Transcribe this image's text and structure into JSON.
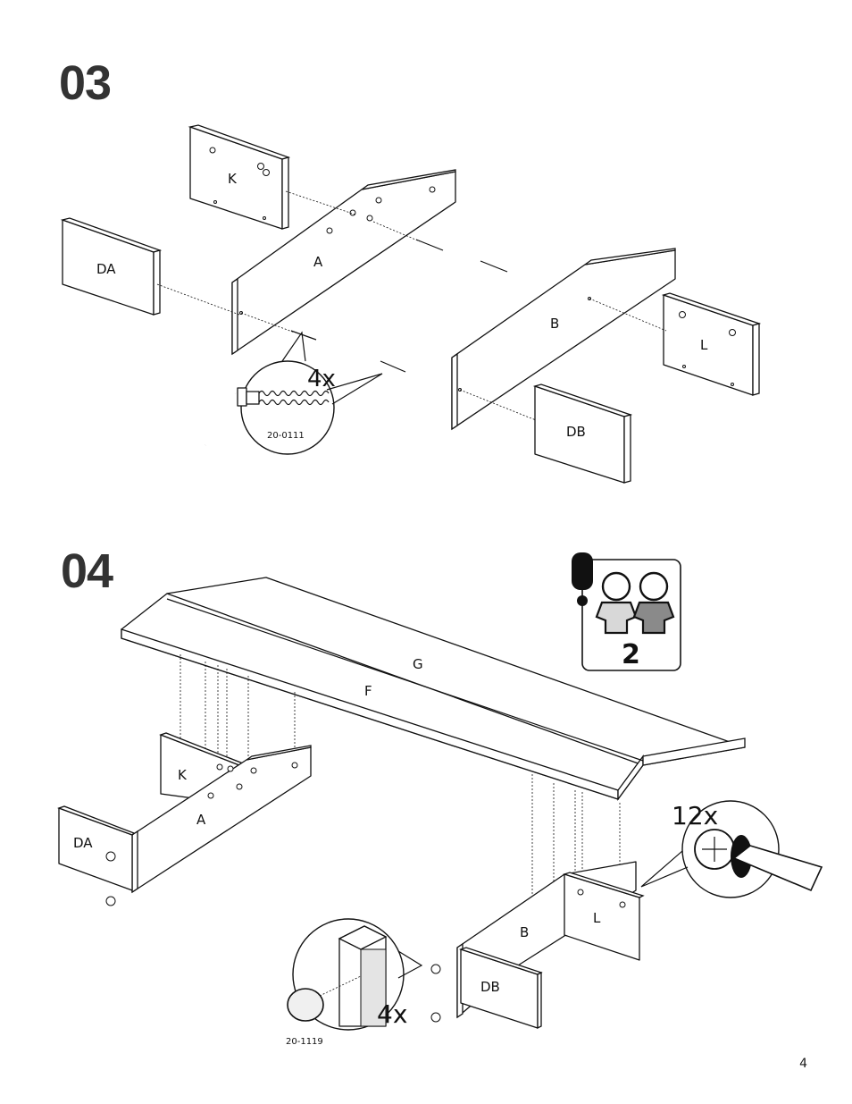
{
  "steps": [
    {
      "number": "03",
      "parts": {
        "k": "K",
        "a": "A",
        "da": "DA",
        "b": "B",
        "l": "L",
        "db": "DB"
      },
      "callout": {
        "quantity": "4x",
        "part_code": "20-0111"
      }
    },
    {
      "number": "04",
      "parts": {
        "g": "G",
        "f": "F",
        "k": "K",
        "a": "A",
        "da": "DA",
        "b": "B",
        "l": "L",
        "db": "DB"
      },
      "two_person_badge": {
        "count": "2"
      },
      "screw_callout": {
        "quantity": "12x"
      },
      "cap_callout": {
        "quantity": "4x",
        "part_code": "20-1119"
      }
    }
  ],
  "page_number": "4"
}
